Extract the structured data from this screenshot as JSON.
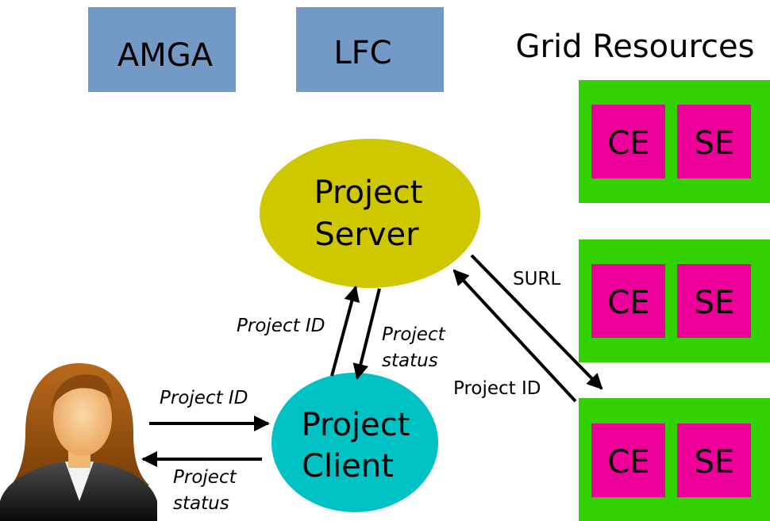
{
  "colors": {
    "service_box": "#7399c6",
    "grid_site": "#33d100",
    "grid_unit": "#ec0099",
    "server": "#cfc800",
    "client": "#00c1c4",
    "arrow": "#000000"
  },
  "services": [
    {
      "label": "AMGA"
    },
    {
      "label": "LFC"
    }
  ],
  "grid": {
    "title": "Grid Resources",
    "sites": [
      {
        "units": [
          "CE",
          "SE"
        ]
      },
      {
        "units": [
          "CE",
          "SE"
        ]
      },
      {
        "units": [
          "CE",
          "SE"
        ]
      }
    ]
  },
  "server": {
    "line1": "Project",
    "line2": "Server"
  },
  "client": {
    "line1": "Project",
    "line2": "Client"
  },
  "labels": {
    "user_to_client": "Project ID",
    "client_to_user_1": "Project",
    "client_to_user_2": "status",
    "client_to_server": "Project ID",
    "server_to_client_1": "Project",
    "server_to_client_2": "status",
    "server_to_grid": "SURL",
    "grid_to_server": "Project ID"
  },
  "user_icon": "person-icon"
}
